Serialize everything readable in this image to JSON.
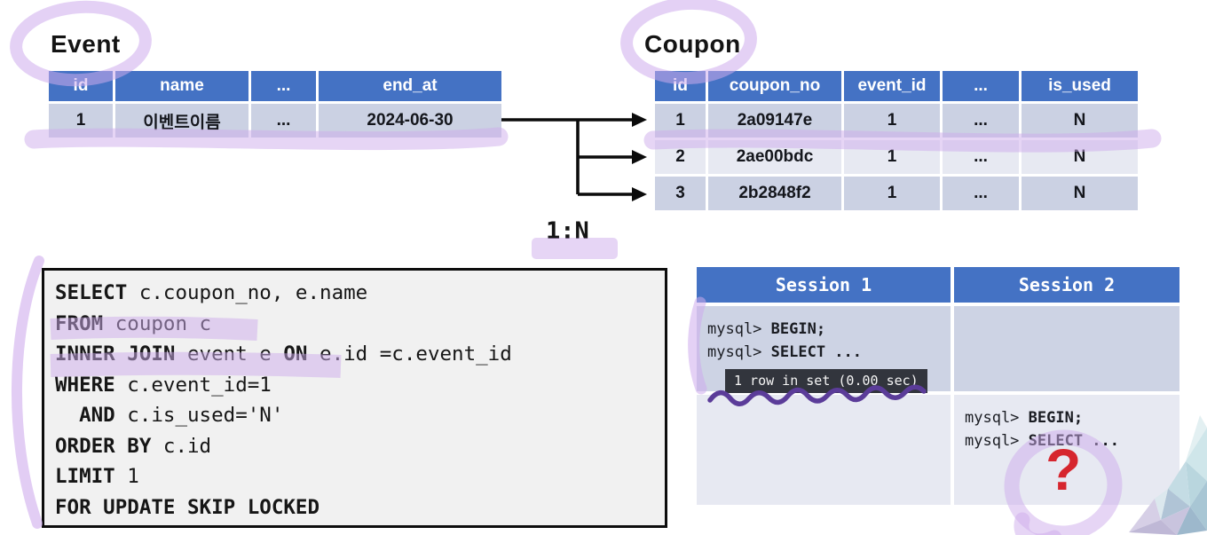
{
  "event_table": {
    "title": "Event",
    "columns": [
      "id",
      "name",
      "...",
      "end_at"
    ],
    "rows": [
      [
        "1",
        "이벤트이름",
        "...",
        "2024-06-30"
      ]
    ]
  },
  "coupon_table": {
    "title": "Coupon",
    "columns": [
      "id",
      "coupon_no",
      "event_id",
      "...",
      "is_used"
    ],
    "rows": [
      [
        "1",
        "2a09147e",
        "1",
        "...",
        "N"
      ],
      [
        "2",
        "2ae00bdc",
        "1",
        "...",
        "N"
      ],
      [
        "3",
        "2b2848f2",
        "1",
        "...",
        "N"
      ]
    ]
  },
  "relation": {
    "label": "1:N"
  },
  "sql": {
    "lines": [
      [
        {
          "t": "SELECT",
          "b": 1
        },
        {
          "t": " c.coupon_no, e.name",
          "b": 0
        }
      ],
      [
        {
          "t": "FROM",
          "b": 1
        },
        {
          "t": " coupon c",
          "b": 0
        }
      ],
      [
        {
          "t": "INNER JOIN",
          "b": 1
        },
        {
          "t": " event e ",
          "b": 0
        },
        {
          "t": "ON",
          "b": 1
        },
        {
          "t": " e.id =c.event_id",
          "b": 0
        }
      ],
      [
        {
          "t": "WHERE",
          "b": 1
        },
        {
          "t": " c.event_id=1",
          "b": 0
        }
      ],
      [
        {
          "t": "  ",
          "b": 0
        },
        {
          "t": "AND",
          "b": 1
        },
        {
          "t": " c.is_used='N'",
          "b": 0
        }
      ],
      [
        {
          "t": "ORDER BY",
          "b": 1
        },
        {
          "t": " c.id",
          "b": 0
        }
      ],
      [
        {
          "t": "LIMIT",
          "b": 1
        },
        {
          "t": " 1",
          "b": 0
        }
      ],
      [
        {
          "t": "FOR UPDATE SKIP LOCKED",
          "b": 1
        }
      ]
    ]
  },
  "session_table": {
    "headers": [
      "Session 1",
      "Session 2"
    ],
    "session1": {
      "lines": [
        {
          "prompt": "mysql> ",
          "command": "BEGIN;"
        },
        {
          "prompt": "mysql> ",
          "command": "SELECT ..."
        }
      ],
      "result": "1 row in set (0.00 sec)"
    },
    "session2": {
      "lines": [
        {
          "prompt": "mysql> ",
          "command": "BEGIN;"
        },
        {
          "prompt": "mysql> ",
          "command": "SELECT ..."
        }
      ],
      "question_mark": "?"
    }
  },
  "colors": {
    "table_header_blue": "#4472C4",
    "row_dark": "#CBD1E3",
    "row_light": "#E7E9F2",
    "code_bg": "#F1F1F1",
    "badge_bg": "#32353D",
    "highlight_purple": "#CCA8E9",
    "squiggle_purple": "#5B3C99",
    "question_red": "#D6252E"
  }
}
